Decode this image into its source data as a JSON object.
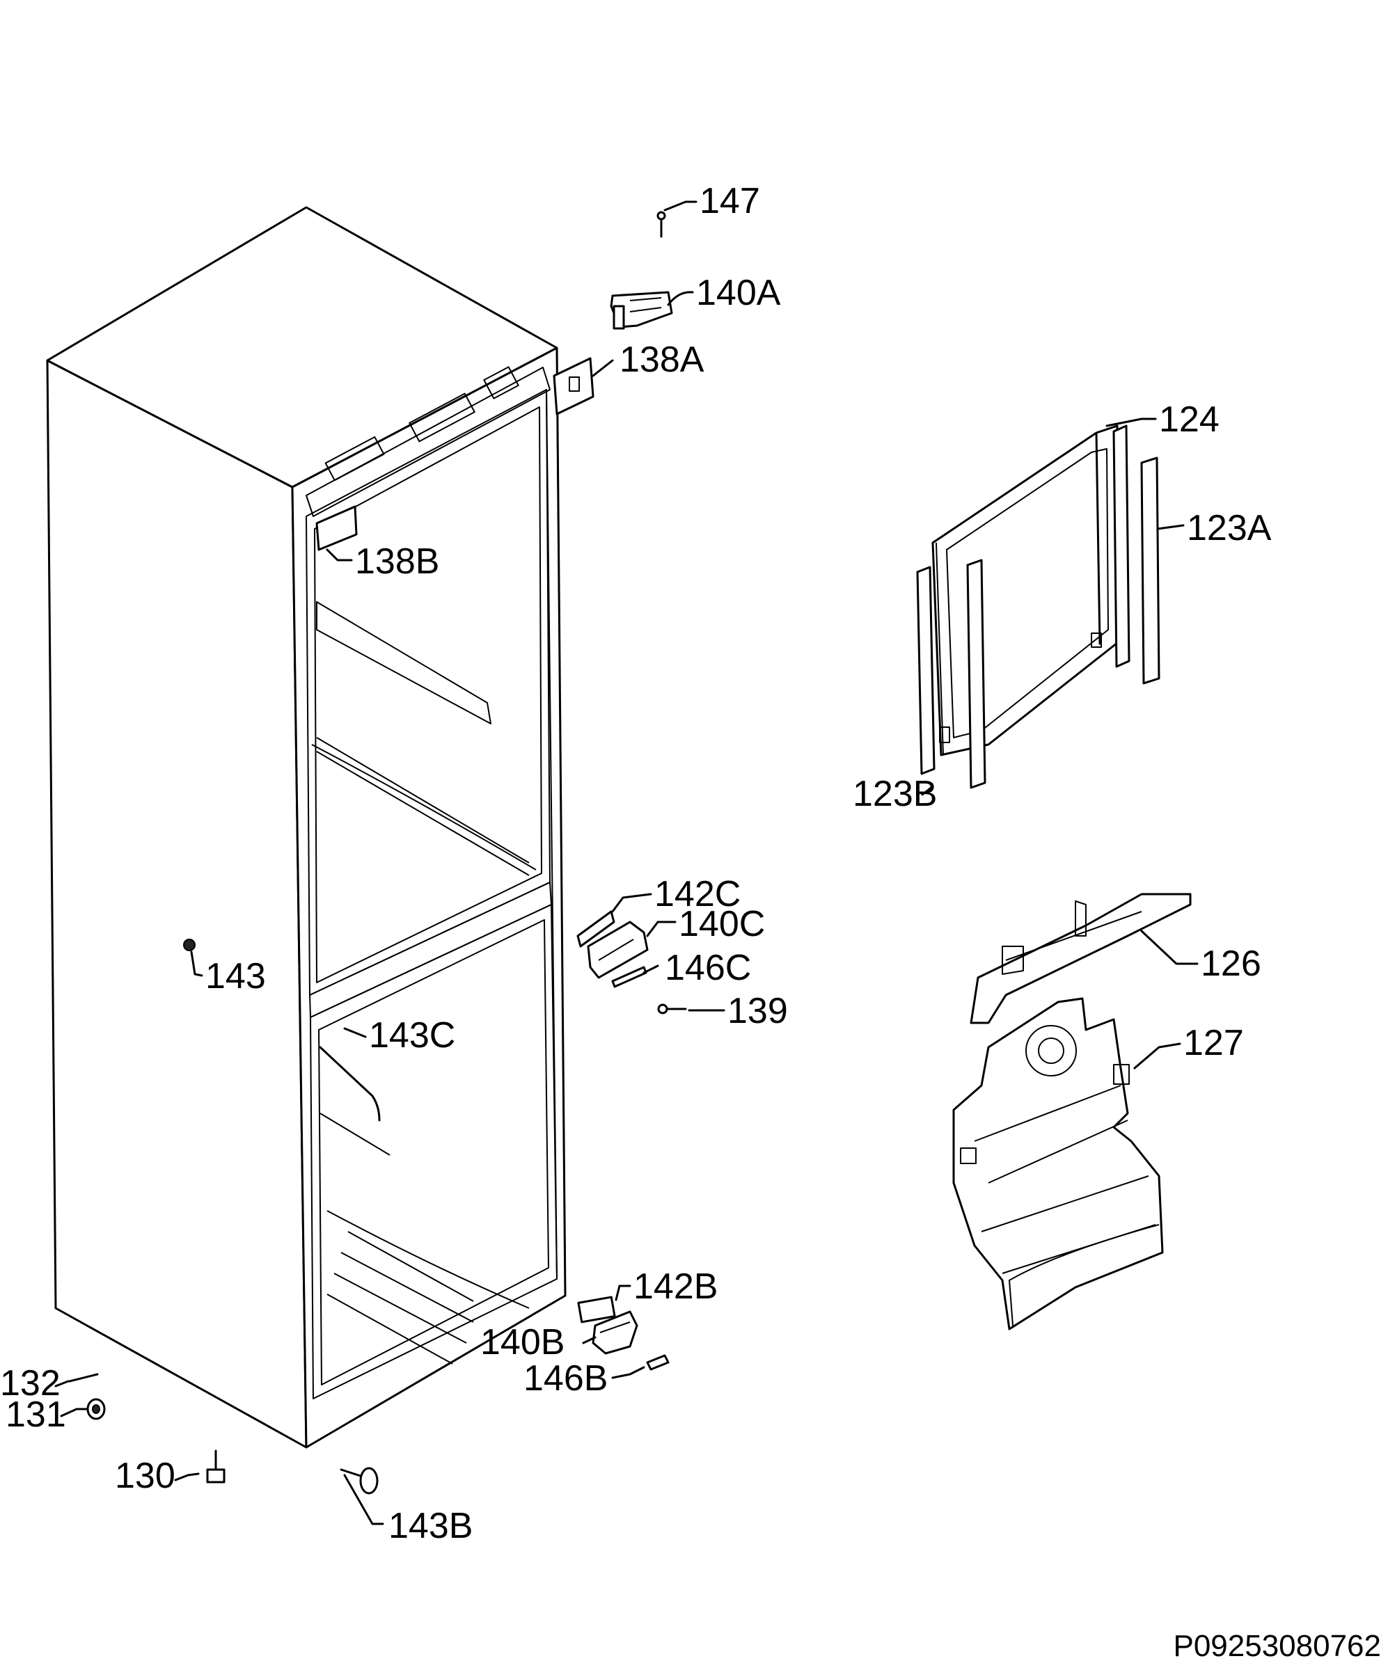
{
  "labels": {
    "l147": "147",
    "l140A": "140A",
    "l138A": "138A",
    "l124": "124",
    "l123A": "123A",
    "l138B": "138B",
    "l123B": "123B",
    "l142C": "142C",
    "l140C": "140C",
    "l146C": "146C",
    "l126": "126",
    "l143": "143",
    "l139": "139",
    "l127": "127",
    "l143C": "143C",
    "l142B": "142B",
    "l140B": "140B",
    "l146B": "146B",
    "l132": "132",
    "l131": "131",
    "l130": "130",
    "l143B": "143B"
  },
  "drawing_code": "P09253080762"
}
